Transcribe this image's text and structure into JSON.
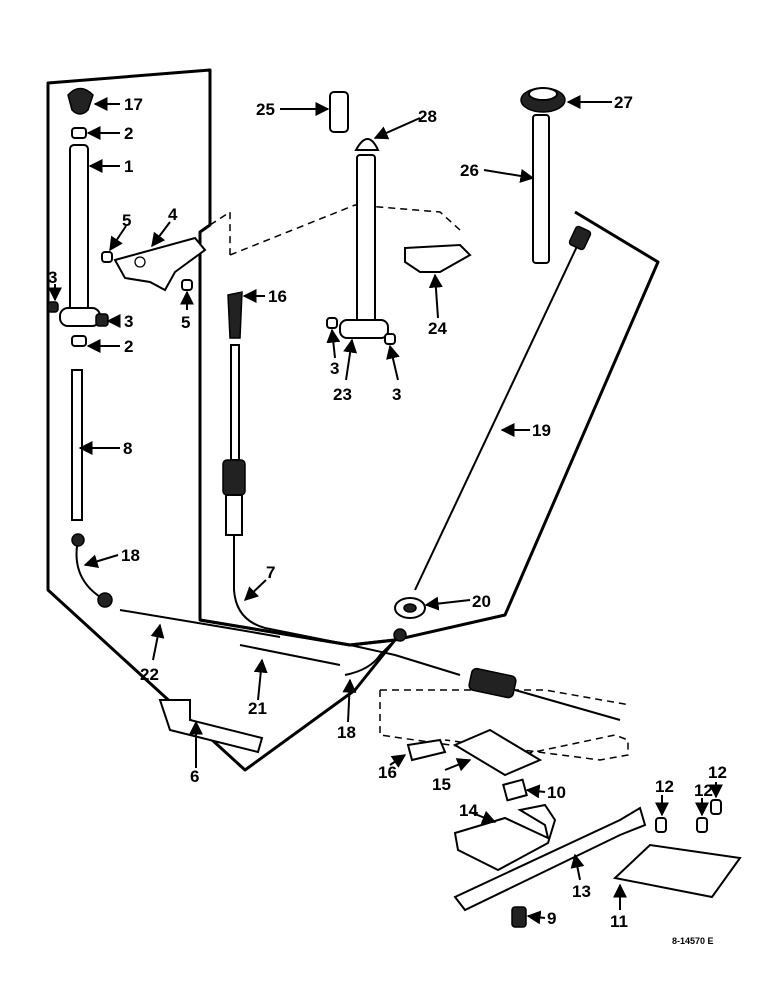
{
  "diagram": {
    "figure_number": "8-14570 E",
    "labels": {
      "p1": "1",
      "p2a": "2",
      "p2b": "2",
      "p3a": "3",
      "p3b": "3",
      "p3c": "3",
      "p3d": "3",
      "p4": "4",
      "p5a": "5",
      "p5b": "5",
      "p6": "6",
      "p7": "7",
      "p8": "8",
      "p9": "9",
      "p10": "10",
      "p11": "11",
      "p12a": "12",
      "p12b": "12",
      "p12c": "12",
      "p13": "13",
      "p14": "14",
      "p15": "15",
      "p16a": "16",
      "p16b": "16",
      "p17": "17",
      "p18a": "18",
      "p18b": "18",
      "p19": "19",
      "p20": "20",
      "p21": "21",
      "p22": "22",
      "p23": "23",
      "p24": "24",
      "p25": "25",
      "p26": "26",
      "p27": "27",
      "p28": "28"
    }
  }
}
